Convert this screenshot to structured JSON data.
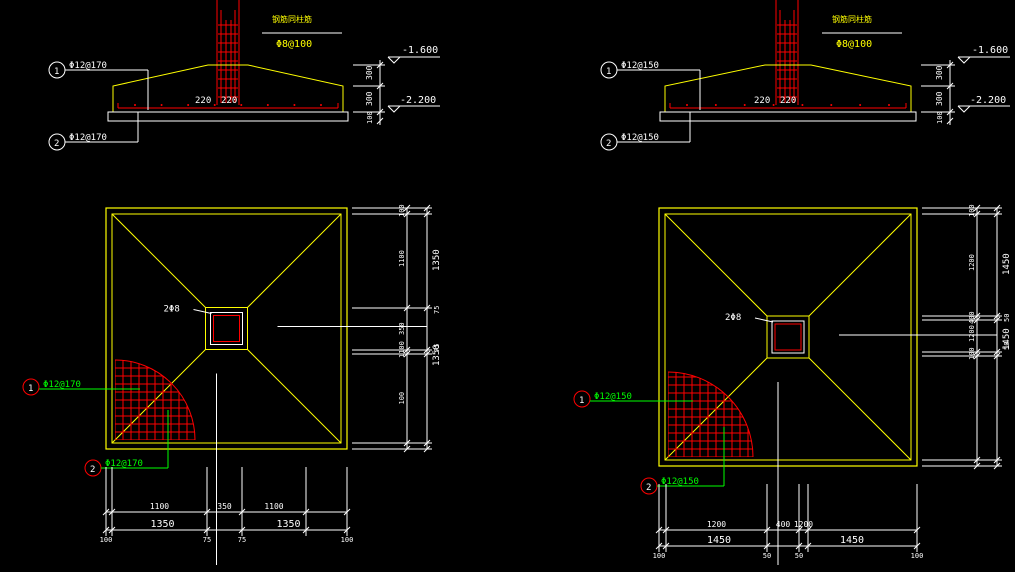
{
  "colors": {
    "background": "#000000",
    "white": "#ffffff",
    "yellow": "#ffff00",
    "red": "#ff0000",
    "green": "#00ff00"
  },
  "left": {
    "section_title": "钢筋同柱筋",
    "stirrup": "Φ8@100",
    "level_top": "-1.600",
    "level_bottom": "-2.200",
    "rebar1": "Φ12@170",
    "rebar2": "Φ12@170",
    "marker1": "1",
    "marker2": "2",
    "height_labels": [
      "300",
      "300",
      "100"
    ],
    "col_labels": [
      "220",
      "220"
    ],
    "plan_note": "2Φ8",
    "plan_marker1": "1",
    "plan_marker2": "2",
    "plan_rebar1": "Φ12@170",
    "plan_rebar2": "Φ12@170",
    "right_dims_inner": [
      "100",
      "1100",
      "350",
      "1100",
      "100"
    ],
    "right_dims_outer": [
      "1350",
      "75",
      "75",
      "1350"
    ],
    "bottom_dims_inner": [
      "1100",
      "350",
      "1100"
    ],
    "bottom_dims_outer": [
      "1350",
      "1350"
    ],
    "bottom_dims_small": [
      "100",
      "75",
      "75",
      "100"
    ]
  },
  "right": {
    "section_title": "钢筋同柱筋",
    "stirrup": "Φ8@100",
    "level_top": "-1.600",
    "level_bottom": "-2.200",
    "rebar1": "Φ12@150",
    "rebar2": "Φ12@150",
    "marker1": "1",
    "marker2": "2",
    "height_labels": [
      "300",
      "300",
      "100"
    ],
    "col_labels": [
      "220",
      "220"
    ],
    "plan_note": "2Φ8",
    "plan_marker1": "1",
    "plan_marker2": "2",
    "plan_rebar1": "Φ12@150",
    "plan_rebar2": "Φ12@150",
    "right_dims_inner": [
      "100",
      "1200",
      "400",
      "1200",
      "100"
    ],
    "right_dims_outer": [
      "1450",
      "50",
      "50",
      "1450"
    ],
    "bottom_dims_inner": [
      "1200",
      "400",
      "1200"
    ],
    "bottom_dims_outer": [
      "1450",
      "1450"
    ],
    "bottom_dims_small": [
      "100",
      "50",
      "50",
      "100"
    ]
  }
}
